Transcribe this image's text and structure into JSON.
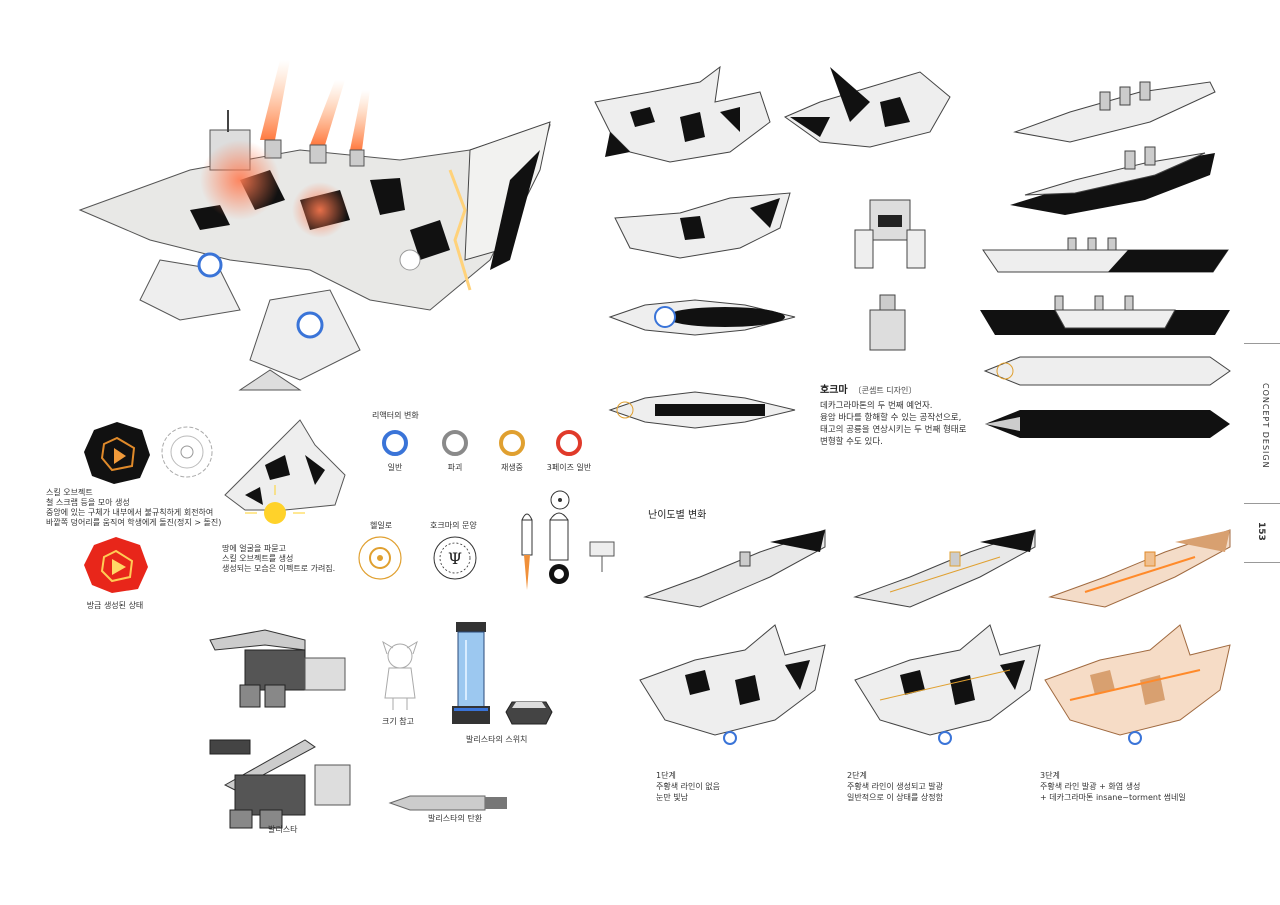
{
  "sidebar": {
    "section": "CONCEPT DESIGN",
    "page_number": "153"
  },
  "skill_object": {
    "title": "스킬 오브젝트",
    "line1": "철 스크랩 등을 모아 생성",
    "line2": "중앙에 있는 구체가 내부에서 불규칙하게 회전하여",
    "line3": "바깥쪽 덩어리를 움직여 학생에게 돌진(정지 > 돌진)",
    "created_label": "방금 생성된 상태"
  },
  "spawn_note": {
    "line1": "땅에 얼굴을 파묻고",
    "line2": "스킬 오브젝트를 생성",
    "line3": "생성되는 모습은 이펙트로 가려짐."
  },
  "reactor": {
    "title": "리액터의 변화",
    "states": [
      "일반",
      "파괴",
      "재생중",
      "3페이즈 일반"
    ],
    "colors": [
      "#3a74d8",
      "#8a8a8a",
      "#e0a030",
      "#e03a2a"
    ]
  },
  "helipad_label": "헬일로",
  "pattern_label": "호크마의 문양",
  "size_ref_label": "크기 참고",
  "switch_label": "발리스타의 스위치",
  "ballista_label": "발리스타",
  "bolt_label": "발리스타의 탄환",
  "hawk": {
    "name": "호크마",
    "subtitle": "〔콘셉트 디자인〕",
    "desc": [
      "데카그라마톤의 두 번째 예언자.",
      "융암 바다를 항해할 수 있는 공작선으로,",
      "태고의 공룡을 연상시키는 두 번째 형태로",
      "변형할 수도 있다."
    ]
  },
  "difficulty": {
    "title": "난이도별 변화",
    "stages": [
      {
        "name": "1단계",
        "line1": "주황색 라인이 없음",
        "line2": "눈만 빛남"
      },
      {
        "name": "2단계",
        "line1": "주황색 라인이 생성되고 발광",
        "line2": "일반적으로 이 상태를 상정함"
      },
      {
        "name": "3단계",
        "line1": "주황색 라인 발광 + 화염 생성",
        "line2": "+ 데카그라마톤 insane~torment 썸네일"
      }
    ]
  }
}
